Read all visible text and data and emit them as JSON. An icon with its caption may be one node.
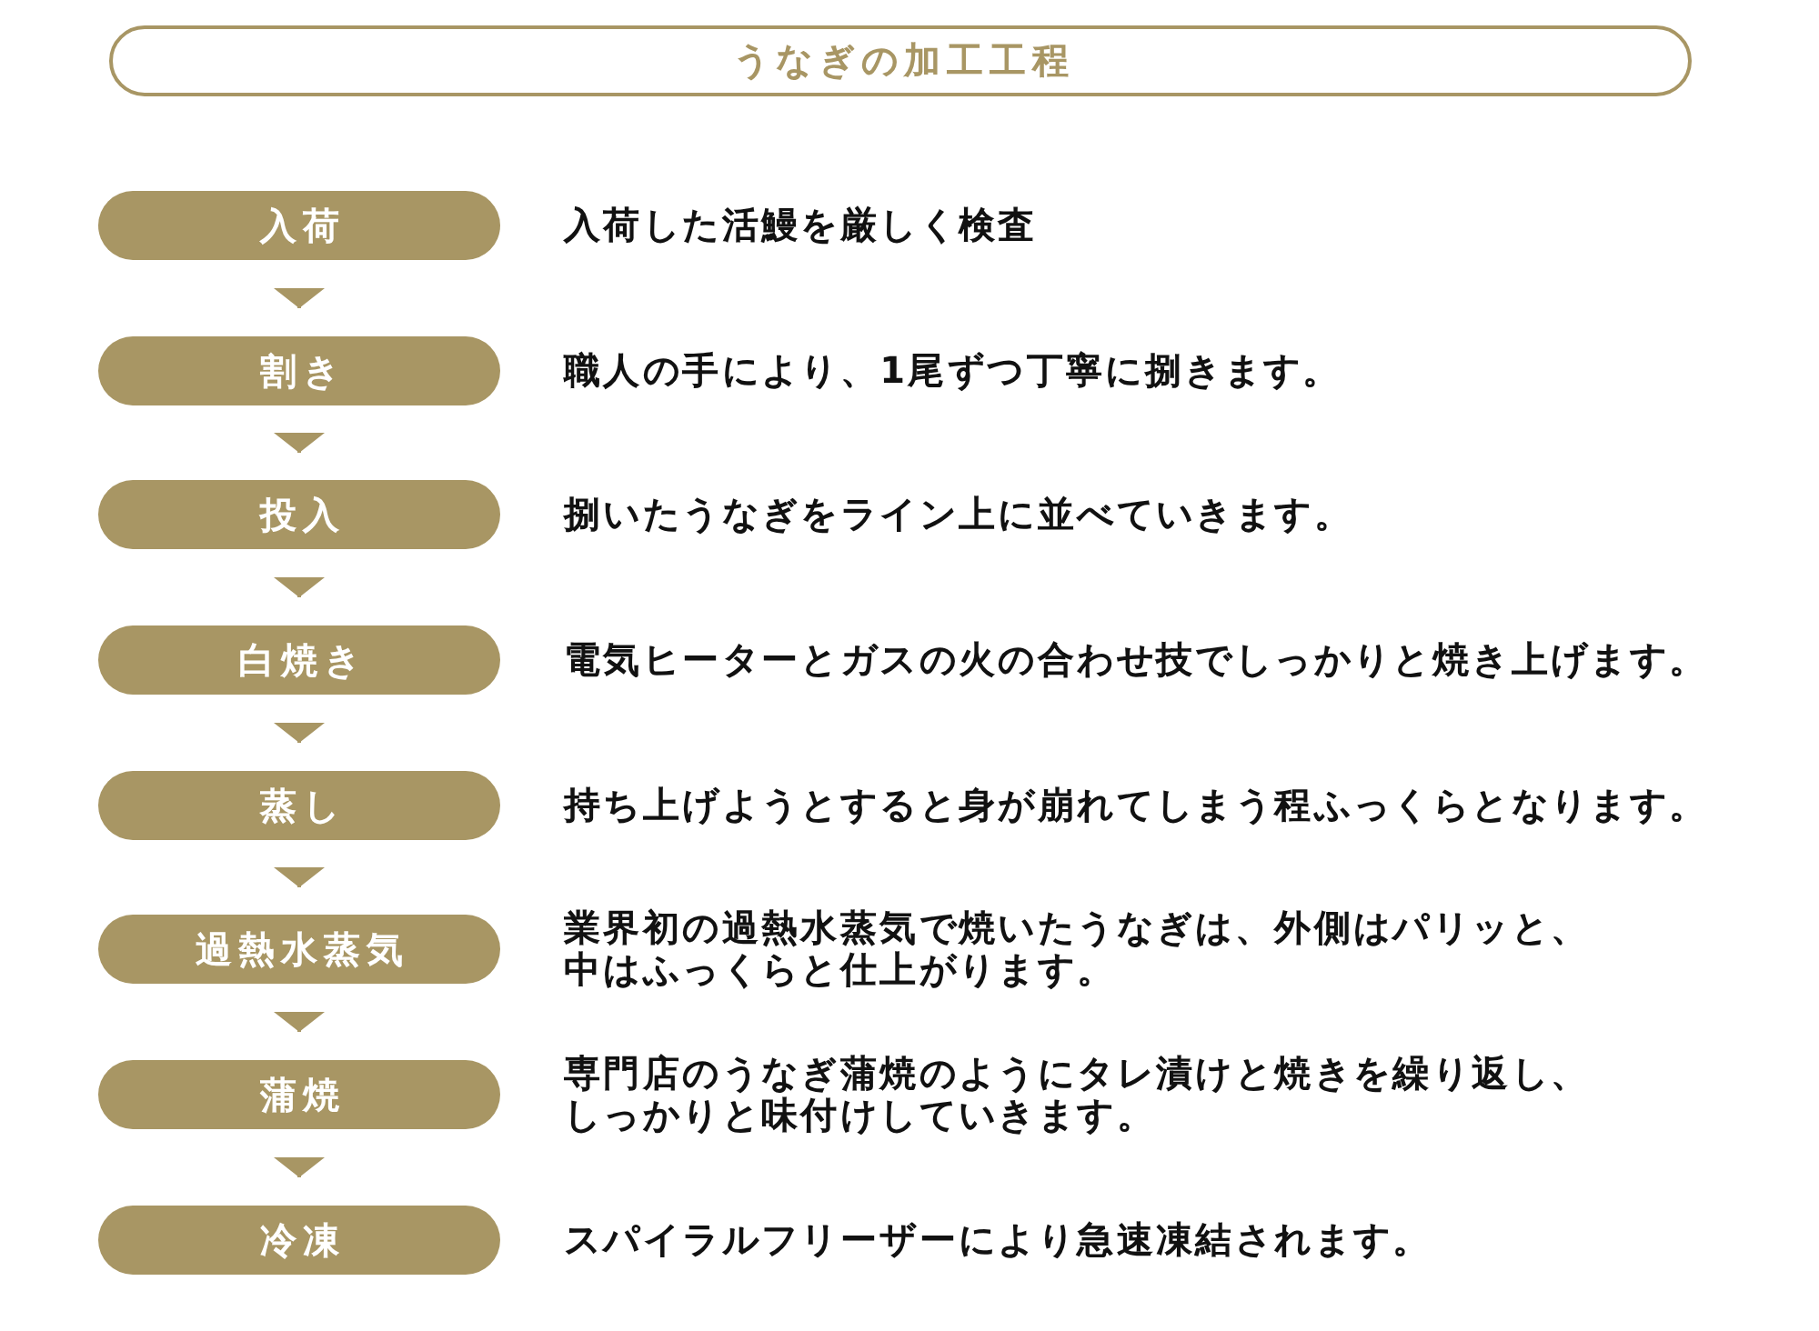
{
  "diagram": {
    "title": "うなぎの加工工程",
    "nodes": [
      {
        "text": [
          "入荷"
        ],
        "beside": [
          "入荷した活鰻を厳しく検査"
        ]
      },
      {
        "text": [
          "割き"
        ],
        "beside": [
          "職人の手により、1尾ずつ丁寧に捌きます。"
        ]
      },
      {
        "text": [
          "投入"
        ],
        "beside": [
          "捌いたうなぎをライン上に並べていきます。"
        ]
      },
      {
        "text": [
          "白焼き"
        ],
        "beside": [
          "電気ヒーターとガスの火の合わせ技でしっかりと焼き上げます。"
        ]
      },
      {
        "text": [
          "蒸し"
        ],
        "beside": [
          "持ち上げようとすると身が崩れてしまう程ふっくらとなります。"
        ]
      },
      {
        "text": [
          "過熱水蒸気"
        ],
        "beside": [
          "業界初の過熱水蒸気で焼いたうなぎは、外側はパリッと、中はふっくらと仕上がります。"
        ]
      },
      {
        "text": [
          "蒲焼"
        ],
        "beside": [
          "専門店のうなぎ蒲焼のようにタレ漬けと焼きを繰り返し、しっかりと味付けしていきます。"
        ]
      },
      {
        "text": [
          "冷凍"
        ],
        "beside": [
          "スパイラルフリーザーにより急速凍結されます。"
        ]
      }
    ],
    "edges": [
      {
        "from": 0,
        "to": 1,
        "arrow": "to"
      },
      {
        "from": 1,
        "to": 2,
        "arrow": "to"
      },
      {
        "from": 2,
        "to": 3,
        "arrow": "to"
      },
      {
        "from": 3,
        "to": 4,
        "arrow": "to"
      },
      {
        "from": 4,
        "to": 5,
        "arrow": "to"
      },
      {
        "from": 5,
        "to": 6,
        "arrow": "to"
      },
      {
        "from": 6,
        "to": 7,
        "arrow": "to"
      }
    ]
  }
}
